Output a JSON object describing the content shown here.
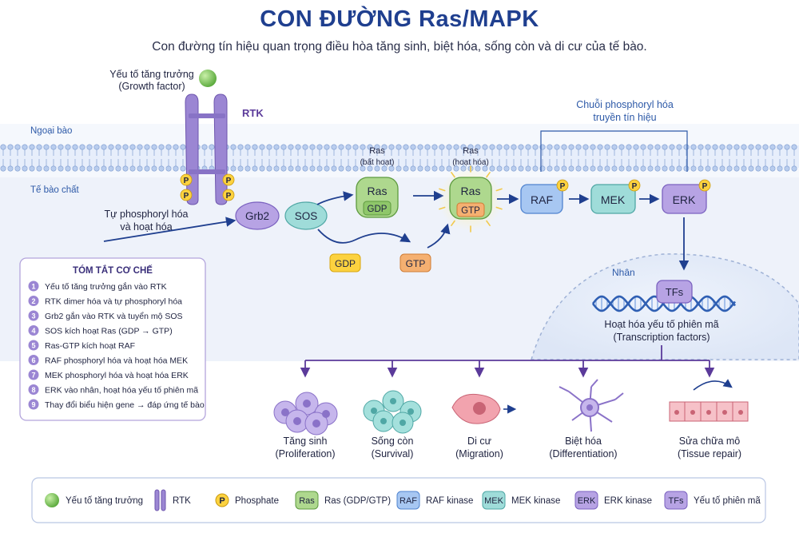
{
  "title": "CON ĐƯỜNG Ras/MAPK",
  "subtitle": "Con đường tín hiệu quan trọng điều hòa tăng sinh, biệt hóa, sống còn và di cư của tế bào.",
  "growth_factor": {
    "line1": "Yếu tố tăng trưởng",
    "line2": "(Growth factor)"
  },
  "rtk_label": "RTK",
  "extracellular": "Ngoại bào",
  "cytoplasm": "Tế bào chất",
  "phosphate_letter": "P",
  "autophos": {
    "line1": "Tự phosphoryl hóa",
    "line2": "và hoạt hóa"
  },
  "grb2": "Grb2",
  "sos": "SOS",
  "ras_inactive": {
    "label1": "Ras",
    "label2": "(bất hoạt)",
    "name": "Ras",
    "nucleotide": "GDP"
  },
  "ras_active": {
    "label1": "Ras",
    "label2": "(hoạt hóa)",
    "name": "Ras",
    "nucleotide": "GTP"
  },
  "gdp": "GDP",
  "gtp": "GTP",
  "cascade": {
    "line1": "Chuỗi phosphoryl hóa",
    "line2": "truyền tín hiệu"
  },
  "raf": "RAF",
  "mek": "MEK",
  "erk": "ERK",
  "nucleus": "Nhân",
  "tfs": "TFs",
  "tf_activation": {
    "line1": "Hoạt hóa yếu tố phiên mã",
    "line2": "(Transcription factors)"
  },
  "summary": {
    "title": "TÓM TẮT CƠ CHẾ",
    "steps": [
      {
        "num": "1",
        "text": "Yếu tố tăng trưởng gắn vào RTK"
      },
      {
        "num": "2",
        "text": "RTK dimer hóa và tự phosphoryl hóa"
      },
      {
        "num": "3",
        "text": "Grb2 gắn vào RTK và tuyển mộ SOS"
      },
      {
        "num": "4",
        "text": "SOS kích hoạt Ras (GDP → GTP)"
      },
      {
        "num": "5",
        "text": "Ras-GTP kích hoạt RAF"
      },
      {
        "num": "6",
        "text": "RAF phosphoryl hóa và hoạt hóa MEK"
      },
      {
        "num": "7",
        "text": "MEK phosphoryl hóa và hoạt hóa ERK"
      },
      {
        "num": "8",
        "text": "ERK vào nhân, hoạt hóa yếu tố phiên mã"
      },
      {
        "num": "9",
        "text": "Thay đổi biểu hiện gene → đáp ứng tế bào"
      }
    ]
  },
  "outcomes": [
    {
      "line1": "Tăng sinh",
      "line2": "(Proliferation)"
    },
    {
      "line1": "Sống còn",
      "line2": "(Survival)"
    },
    {
      "line1": "Di cư",
      "line2": "(Migration)"
    },
    {
      "line1": "Biệt hóa",
      "line2": "(Differentiation)"
    },
    {
      "line1": "Sửa chữa mô",
      "line2": "(Tissue repair)"
    }
  ],
  "legend": [
    {
      "icon": "growth-factor",
      "badge": "",
      "label": "Yếu tố tăng trưởng"
    },
    {
      "icon": "rtk",
      "badge": "",
      "label": "RTK"
    },
    {
      "icon": "phosphate",
      "badge": "P",
      "label": "Phosphate"
    },
    {
      "icon": "ras",
      "badge": "Ras",
      "label": "Ras (GDP/GTP)"
    },
    {
      "icon": "raf",
      "badge": "RAF",
      "label": "RAF kinase"
    },
    {
      "icon": "mek",
      "badge": "MEK",
      "label": "MEK kinase"
    },
    {
      "icon": "erk",
      "badge": "ERK",
      "label": "ERK kinase"
    },
    {
      "icon": "tfs",
      "badge": "TFs",
      "label": "Yếu tố phiên mã"
    }
  ],
  "colors": {
    "title": "#1f3f8f",
    "arrow": "#1f3f8f",
    "purple": "#a48fd6",
    "teal": "#8ed6d4",
    "green": "#a8d58a",
    "blue": "#9cc2f0",
    "orange": "#f5b071",
    "yellow": "#fcd23f"
  }
}
